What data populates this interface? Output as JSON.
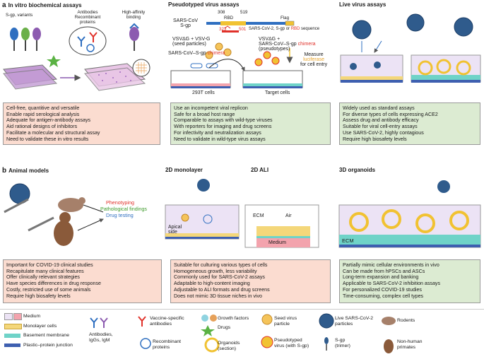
{
  "panel_a": {
    "in_vitro": {
      "letter": "a",
      "title": "In vitro biochemical assays",
      "label_sgp": "S-gp, variants",
      "label_antibodies": [
        "Antibodies",
        "Recombinant",
        "proteins"
      ],
      "label_affinity": [
        "High-affinity",
        "binding"
      ],
      "box": [
        "Cell-free, quantitive and versatile",
        "Enable rapid serological analysis",
        "Adequate for antigen-antibody assays",
        "Aid rational designs of inhibitors",
        "Facilitate a molecular and structural assay",
        "Need to validate these in vitro results"
      ]
    },
    "pseudotyped": {
      "title": "Pseudotyped virus assays",
      "sars_cov_label": [
        "SARS-CoV",
        "S-gp"
      ],
      "num_308": "308",
      "num_519": "519",
      "rbd": "RBD",
      "flag": "Flag",
      "num_323": "323",
      "num_501": "501",
      "seq_prefix": "SARS-CoV-2, S-gp or ",
      "seq_rbd": "RBD",
      "seq_suffix": " sequence",
      "seed_line1": "VSVΔG + VSV-G",
      "seed_line2": "(seed particles)",
      "chimera_prefix": "SARS-CoV–S-gp ",
      "chimera_word": "chimera",
      "pseudo_line1": "VSVΔG +",
      "pseudo_line2_prefix": "SARS-CoV–S-gp ",
      "pseudo_line2_word": "chimera",
      "pseudo_line3": "(pseudotypes)",
      "measure": "Measure",
      "luciferase": "luciferase",
      "cell_entry": "for cell entry",
      "cells_293t": "293T cells",
      "target_cells": "Target cells",
      "box": [
        "Use an incompetent viral replicon",
        "Safe for a broad host range",
        "Comparable to assays with wild-type viruses",
        "With reporters for imaging and drug screens",
        "For infectivity and neutralization assays",
        "Need to validate in wild-type virus assays"
      ]
    },
    "live": {
      "title": "Live virus assays",
      "box": [
        "Widely used as standard assays",
        "For diverse types of cells expressing ACE2",
        "Assess drug and antibody efficacy",
        "Suitable for viral cell-entry assays",
        "Use SARS-CoV-2, highly contagious",
        "Require high biosafety levels"
      ]
    }
  },
  "panel_b": {
    "animal": {
      "letter": "b",
      "title": "Animal models",
      "phenotyping": "Phenotyping",
      "pathological": "Pathological findings",
      "drug_testing": "Drug testing",
      "box": [
        "Important for COVID-19 clinical studies",
        "Recapitulate many clinical features",
        "Offer clinically relevant strategies",
        "Have species differences in drug response",
        "Costly, restricted use of some animals",
        "Require high biosafety levels"
      ]
    },
    "monolayer": {
      "title": "2D monolayer",
      "apical": [
        "Apical",
        "side"
      ],
      "box": [
        "Suitable for culturing various types of cells",
        "Homogeneous growth, less variability",
        "Commonly used for SARS-CoV-2 assays",
        "Adaptable to high-content imaging",
        "Adjustable to ALI formats and drug screens",
        "Does not mimic 3D tissue niches in vivo"
      ]
    },
    "ali": {
      "title": "2D ALI",
      "ecm": "ECM",
      "air": "Air",
      "medium": "Medium"
    },
    "organoids": {
      "title": "3D organoids",
      "ecm": "ECM",
      "box": [
        "Partially mimic cellular environments in vivo",
        "Can be made from hPSCs and ASCs",
        "Long-term expansion and banking",
        "Applicable to SARS-CoV-2 inhibition assays",
        "For personalized COVID-19 studies",
        "Time-consuming, complex cell types"
      ]
    }
  },
  "legend": {
    "medium": "Medium",
    "monolayer_cells": "Monolayer cells",
    "basement": "Basement membrane",
    "plastic": "Plastic–protein junction",
    "antibodies": [
      "Antibodies,",
      "IgGs, IgM"
    ],
    "vaccine": [
      "Vaccine-specific",
      "antibodies"
    ],
    "recombinant": [
      "Recombinant",
      "proteins"
    ],
    "growth": "Growth factors",
    "drugs": "Drugs",
    "organoids": [
      "Organoids",
      "(section)"
    ],
    "seed": [
      "Seed virus",
      "particle"
    ],
    "pseudotyped": [
      "Pseudotyped",
      "virus (with S-gp)"
    ],
    "live": [
      "Live SARS-CoV-2",
      "particles"
    ],
    "sgp": [
      "S-gp",
      "(trimer)"
    ],
    "rodents": "Rodents",
    "primates": [
      "Non-human",
      "primates"
    ]
  },
  "colors": {
    "pink_box": "#fbdcd0",
    "green_box": "#dcebd2",
    "medium_pink": "#f3a3ad",
    "lavender": "#ece3f5",
    "monolayer_yellow": "#f4d77a",
    "basement_teal": "#6fd3c8",
    "plastic_blue": "#3e5fb0",
    "red": "#e0312a",
    "green": "#3f9b2c",
    "blue": "#2f6fc0"
  }
}
